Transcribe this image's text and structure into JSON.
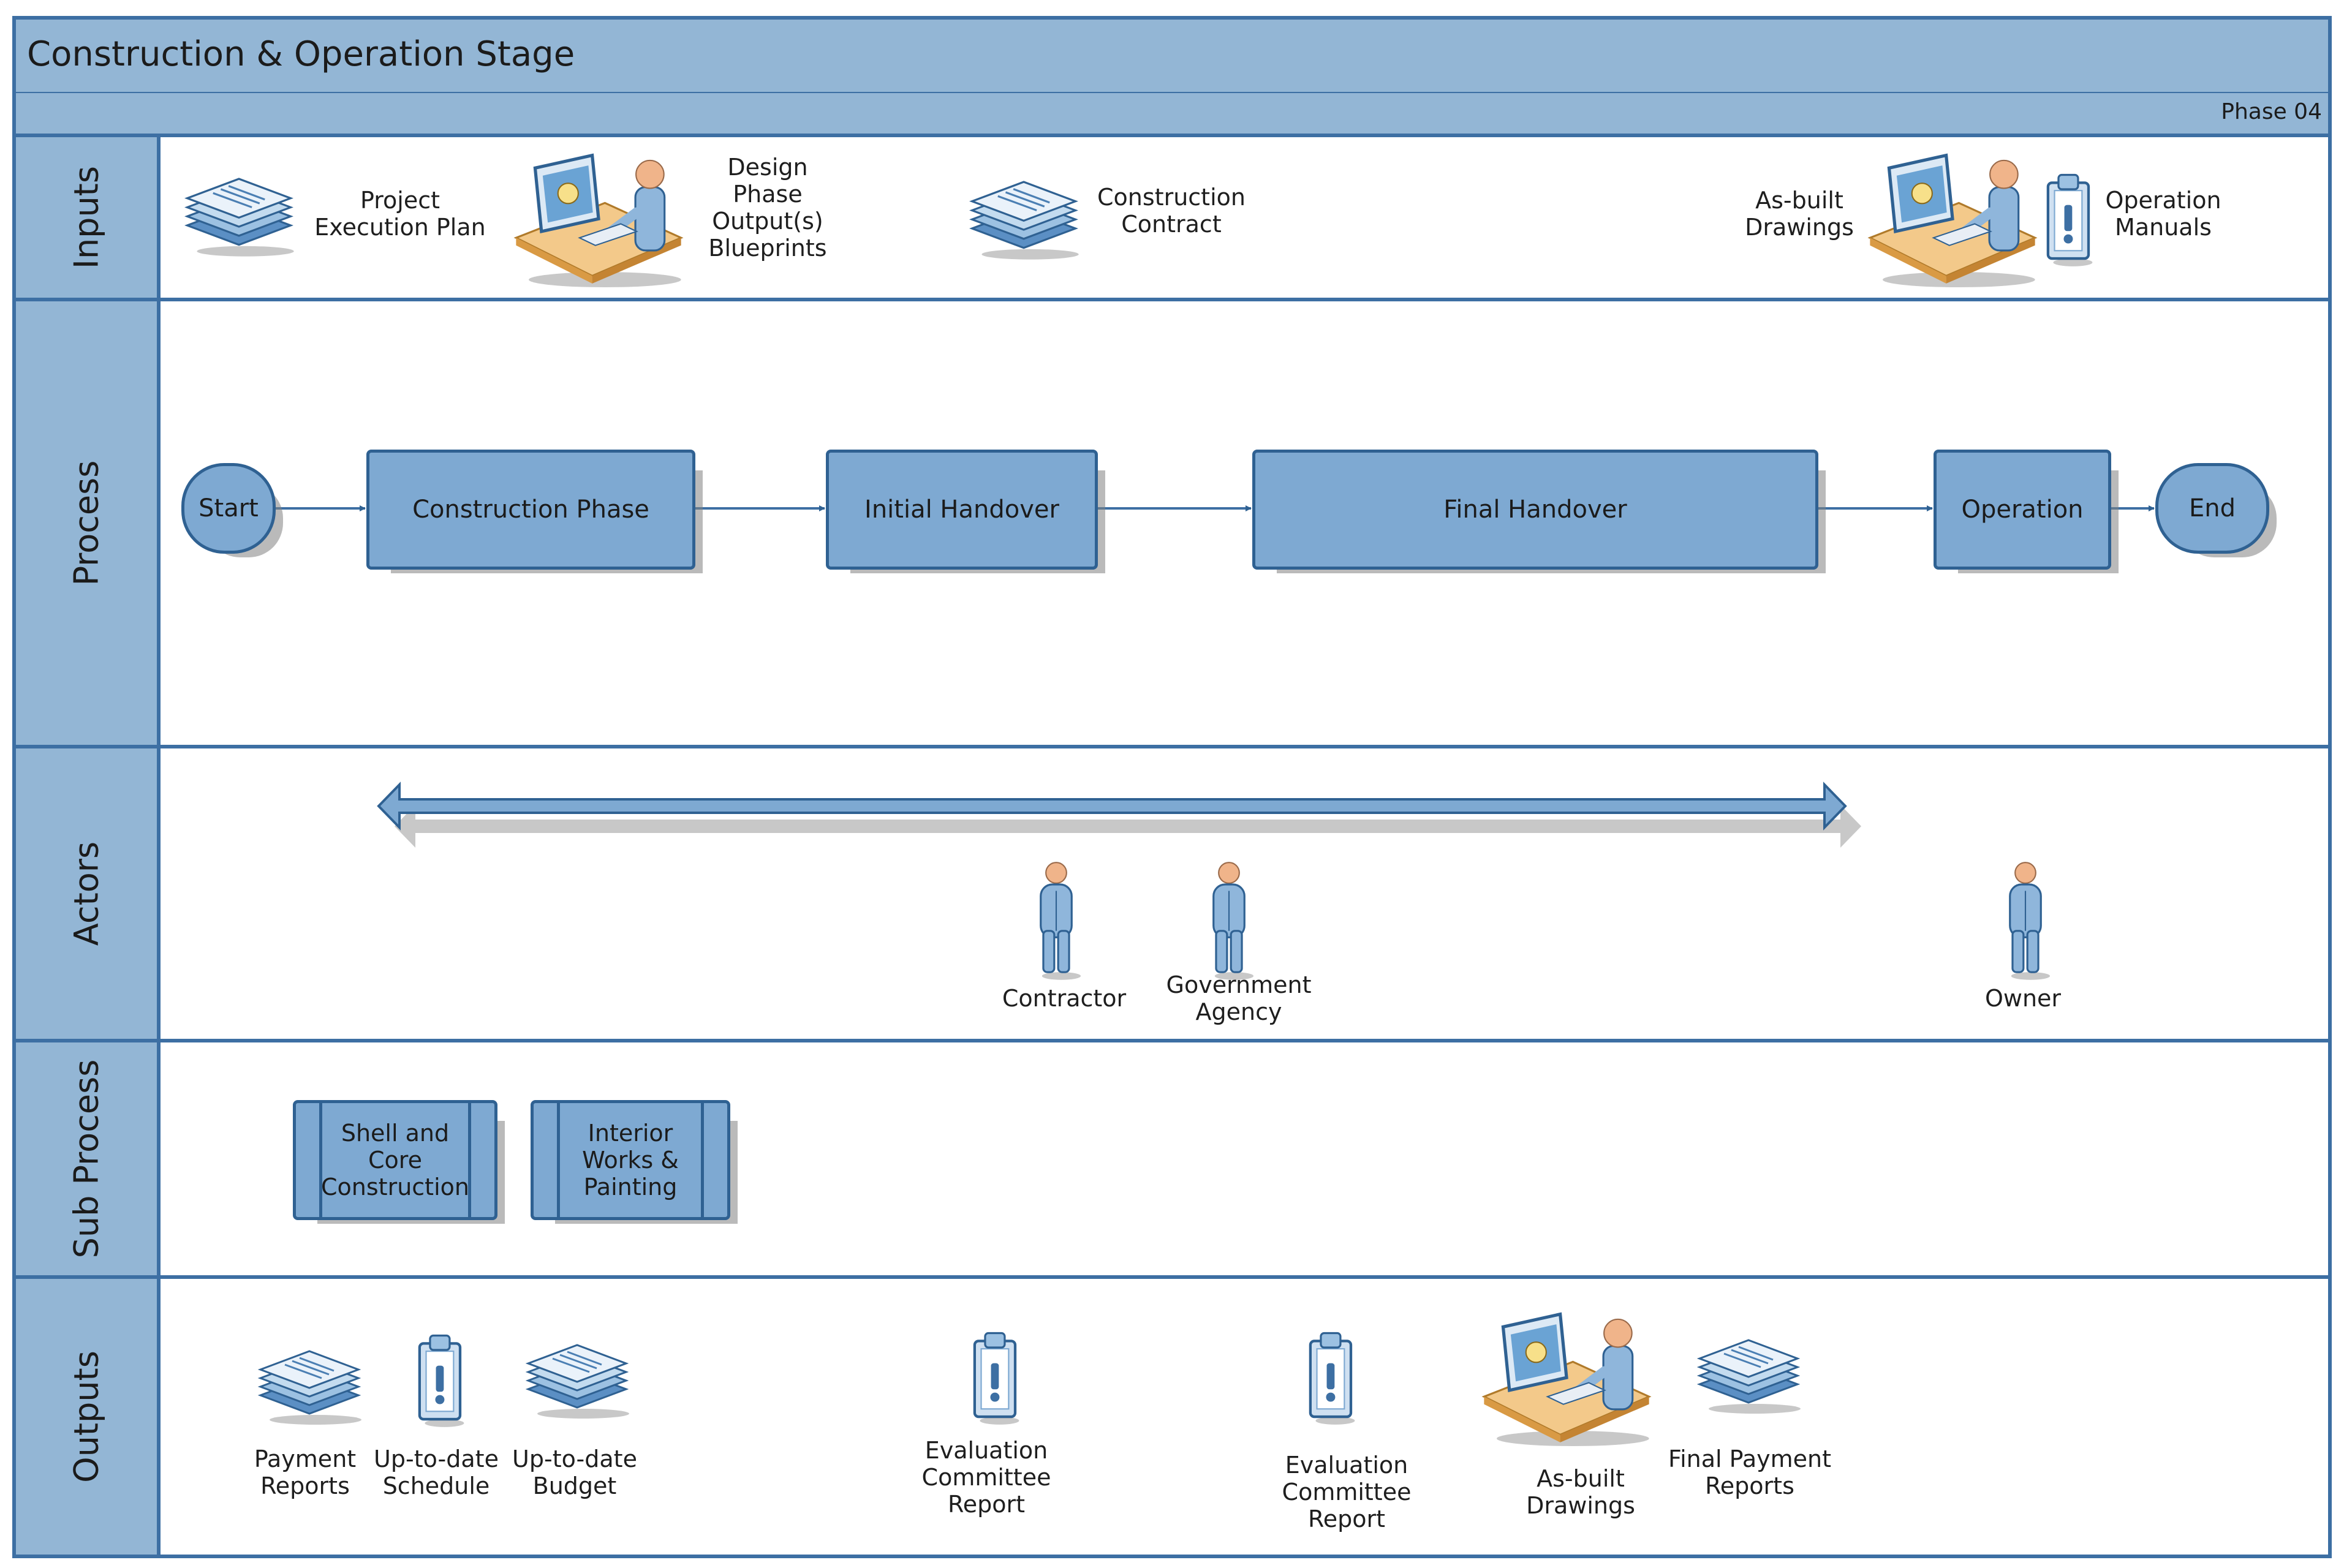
{
  "title": "Construction & Operation Stage",
  "phase": "Phase 04",
  "lanes": {
    "inputs": "Inputs",
    "process": "Process",
    "actors": "Actors",
    "sub_process": "Sub Process",
    "outputs": "Outputs"
  },
  "inputs": [
    {
      "label": "Project\nExecution Plan",
      "icon": "document-stack-icon"
    },
    {
      "label": "Design\nPhase\nOutput(s)\nBlueprints",
      "icon": "designer-workstation-icon"
    },
    {
      "label": "Construction\nContract",
      "icon": "document-stack-icon"
    },
    {
      "label": "As-built\nDrawings",
      "icon": "designer-workstation-icon"
    },
    {
      "label": "Operation\nManuals",
      "icon": "clipboard-icon"
    }
  ],
  "process": {
    "start": "Start",
    "steps": [
      "Construction Phase",
      "Initial Handover",
      "Final Handover",
      "Operation"
    ],
    "end": "End"
  },
  "actors": [
    "Contractor",
    "Government\nAgency",
    "Owner"
  ],
  "sub_process": [
    "Shell and\nCore\nConstruction",
    "Interior\nWorks &\nPainting"
  ],
  "outputs": [
    {
      "label": "Payment\nReports",
      "icon": "document-stack-icon"
    },
    {
      "label": "Up-to-date\nSchedule",
      "icon": "clipboard-icon"
    },
    {
      "label": "Up-to-date\nBudget",
      "icon": "document-stack-icon"
    },
    {
      "label": "Evaluation\nCommittee\nReport",
      "icon": "clipboard-icon"
    },
    {
      "label": "Evaluation\nCommittee\nReport",
      "icon": "clipboard-icon"
    },
    {
      "label": "As-built\nDrawings",
      "icon": "designer-workstation-icon"
    },
    {
      "label": "Final Payment\nReports",
      "icon": "document-stack-icon"
    }
  ],
  "colors": {
    "lane_fill": "#93b6d5",
    "border": "#3d6fa3",
    "shape_fill": "#7ea9d2"
  }
}
